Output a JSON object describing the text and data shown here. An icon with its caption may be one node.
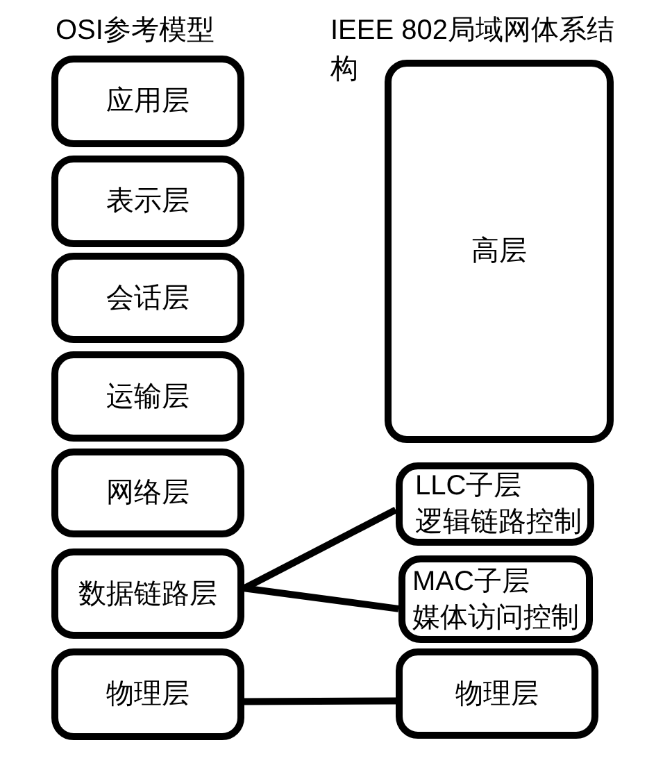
{
  "diagram": {
    "nodes": [
      {
        "text": [
          "应用层"
        ]
      },
      {
        "text": [
          "表示层"
        ]
      },
      {
        "text": [
          "会话层"
        ]
      },
      {
        "text": [
          "运输层"
        ]
      },
      {
        "text": [
          "网络层"
        ]
      },
      {
        "text": [
          "数据链路层"
        ]
      },
      {
        "text": [
          "物理层"
        ]
      },
      {
        "text": [
          "高层"
        ]
      },
      {
        "text": [
          "LLC子层",
          "逻辑链路控制"
        ]
      },
      {
        "text": [
          "MAC子层",
          "媒体访问控制"
        ]
      },
      {
        "text": [
          "物理层"
        ]
      }
    ],
    "edges": [
      {
        "from": 5,
        "to": 8,
        "arrow": "none"
      },
      {
        "from": 5,
        "to": 9,
        "arrow": "none"
      },
      {
        "from": 6,
        "to": 10,
        "arrow": "none"
      }
    ],
    "labels": [
      "OSI参考模型",
      "IEEE 802局域网体系结构"
    ]
  }
}
